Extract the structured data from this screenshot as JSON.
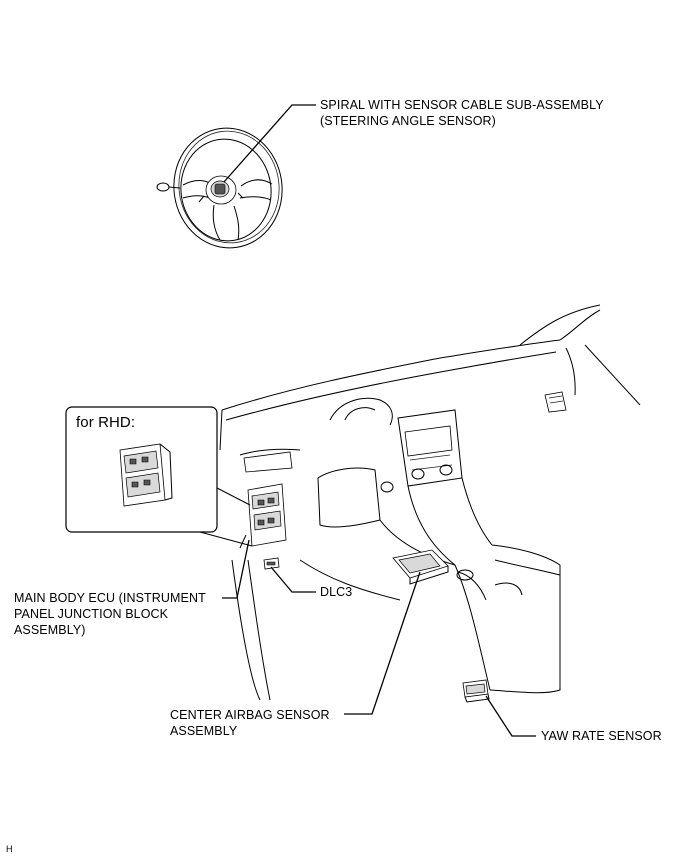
{
  "labels": {
    "spiral_line1": "SPIRAL WITH SENSOR CABLE SUB-ASSEMBLY",
    "spiral_line2": "(STEERING ANGLE SENSOR)",
    "rhd_box": "for RHD:",
    "main_body_line1": "MAIN BODY ECU (INSTRUMENT",
    "main_body_line2": "PANEL JUNCTION BLOCK",
    "main_body_line3": "ASSEMBLY)",
    "dlc3": "DLC3",
    "airbag_line1": "CENTER AIRBAG SENSOR",
    "airbag_line2": "ASSEMBLY",
    "yaw": "YAW RATE SENSOR",
    "corner_code": "H"
  },
  "parts": [
    "spiral-cable-steering-angle-sensor",
    "main-body-ecu",
    "dlc3-connector",
    "center-airbag-sensor",
    "yaw-rate-sensor"
  ]
}
